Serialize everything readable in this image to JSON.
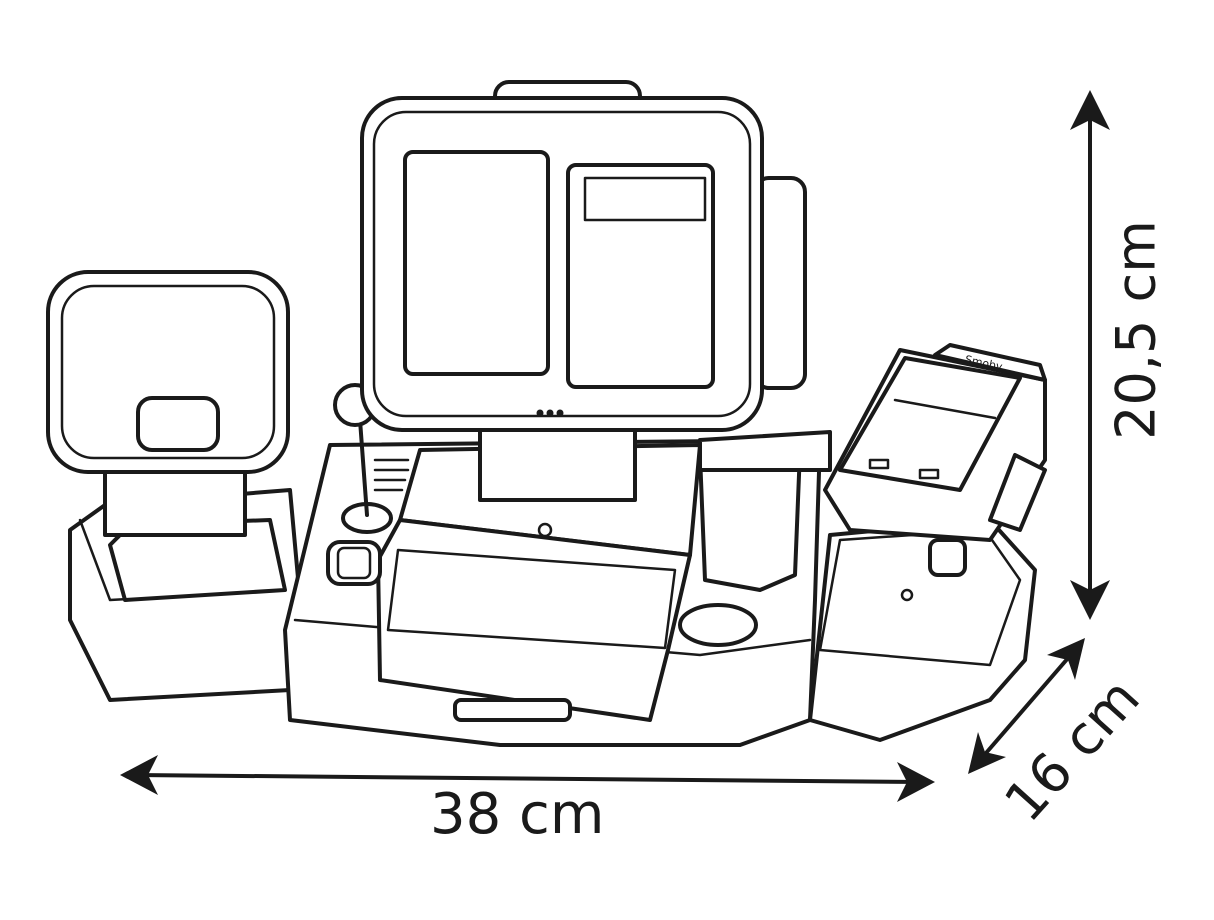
{
  "product": {
    "logo_text": "Smoby"
  },
  "dimensions": {
    "width": "38 cm",
    "depth": "16 cm",
    "height": "20,5 cm"
  },
  "colors": {
    "line": "#1a1a1a",
    "background": "#ffffff"
  }
}
